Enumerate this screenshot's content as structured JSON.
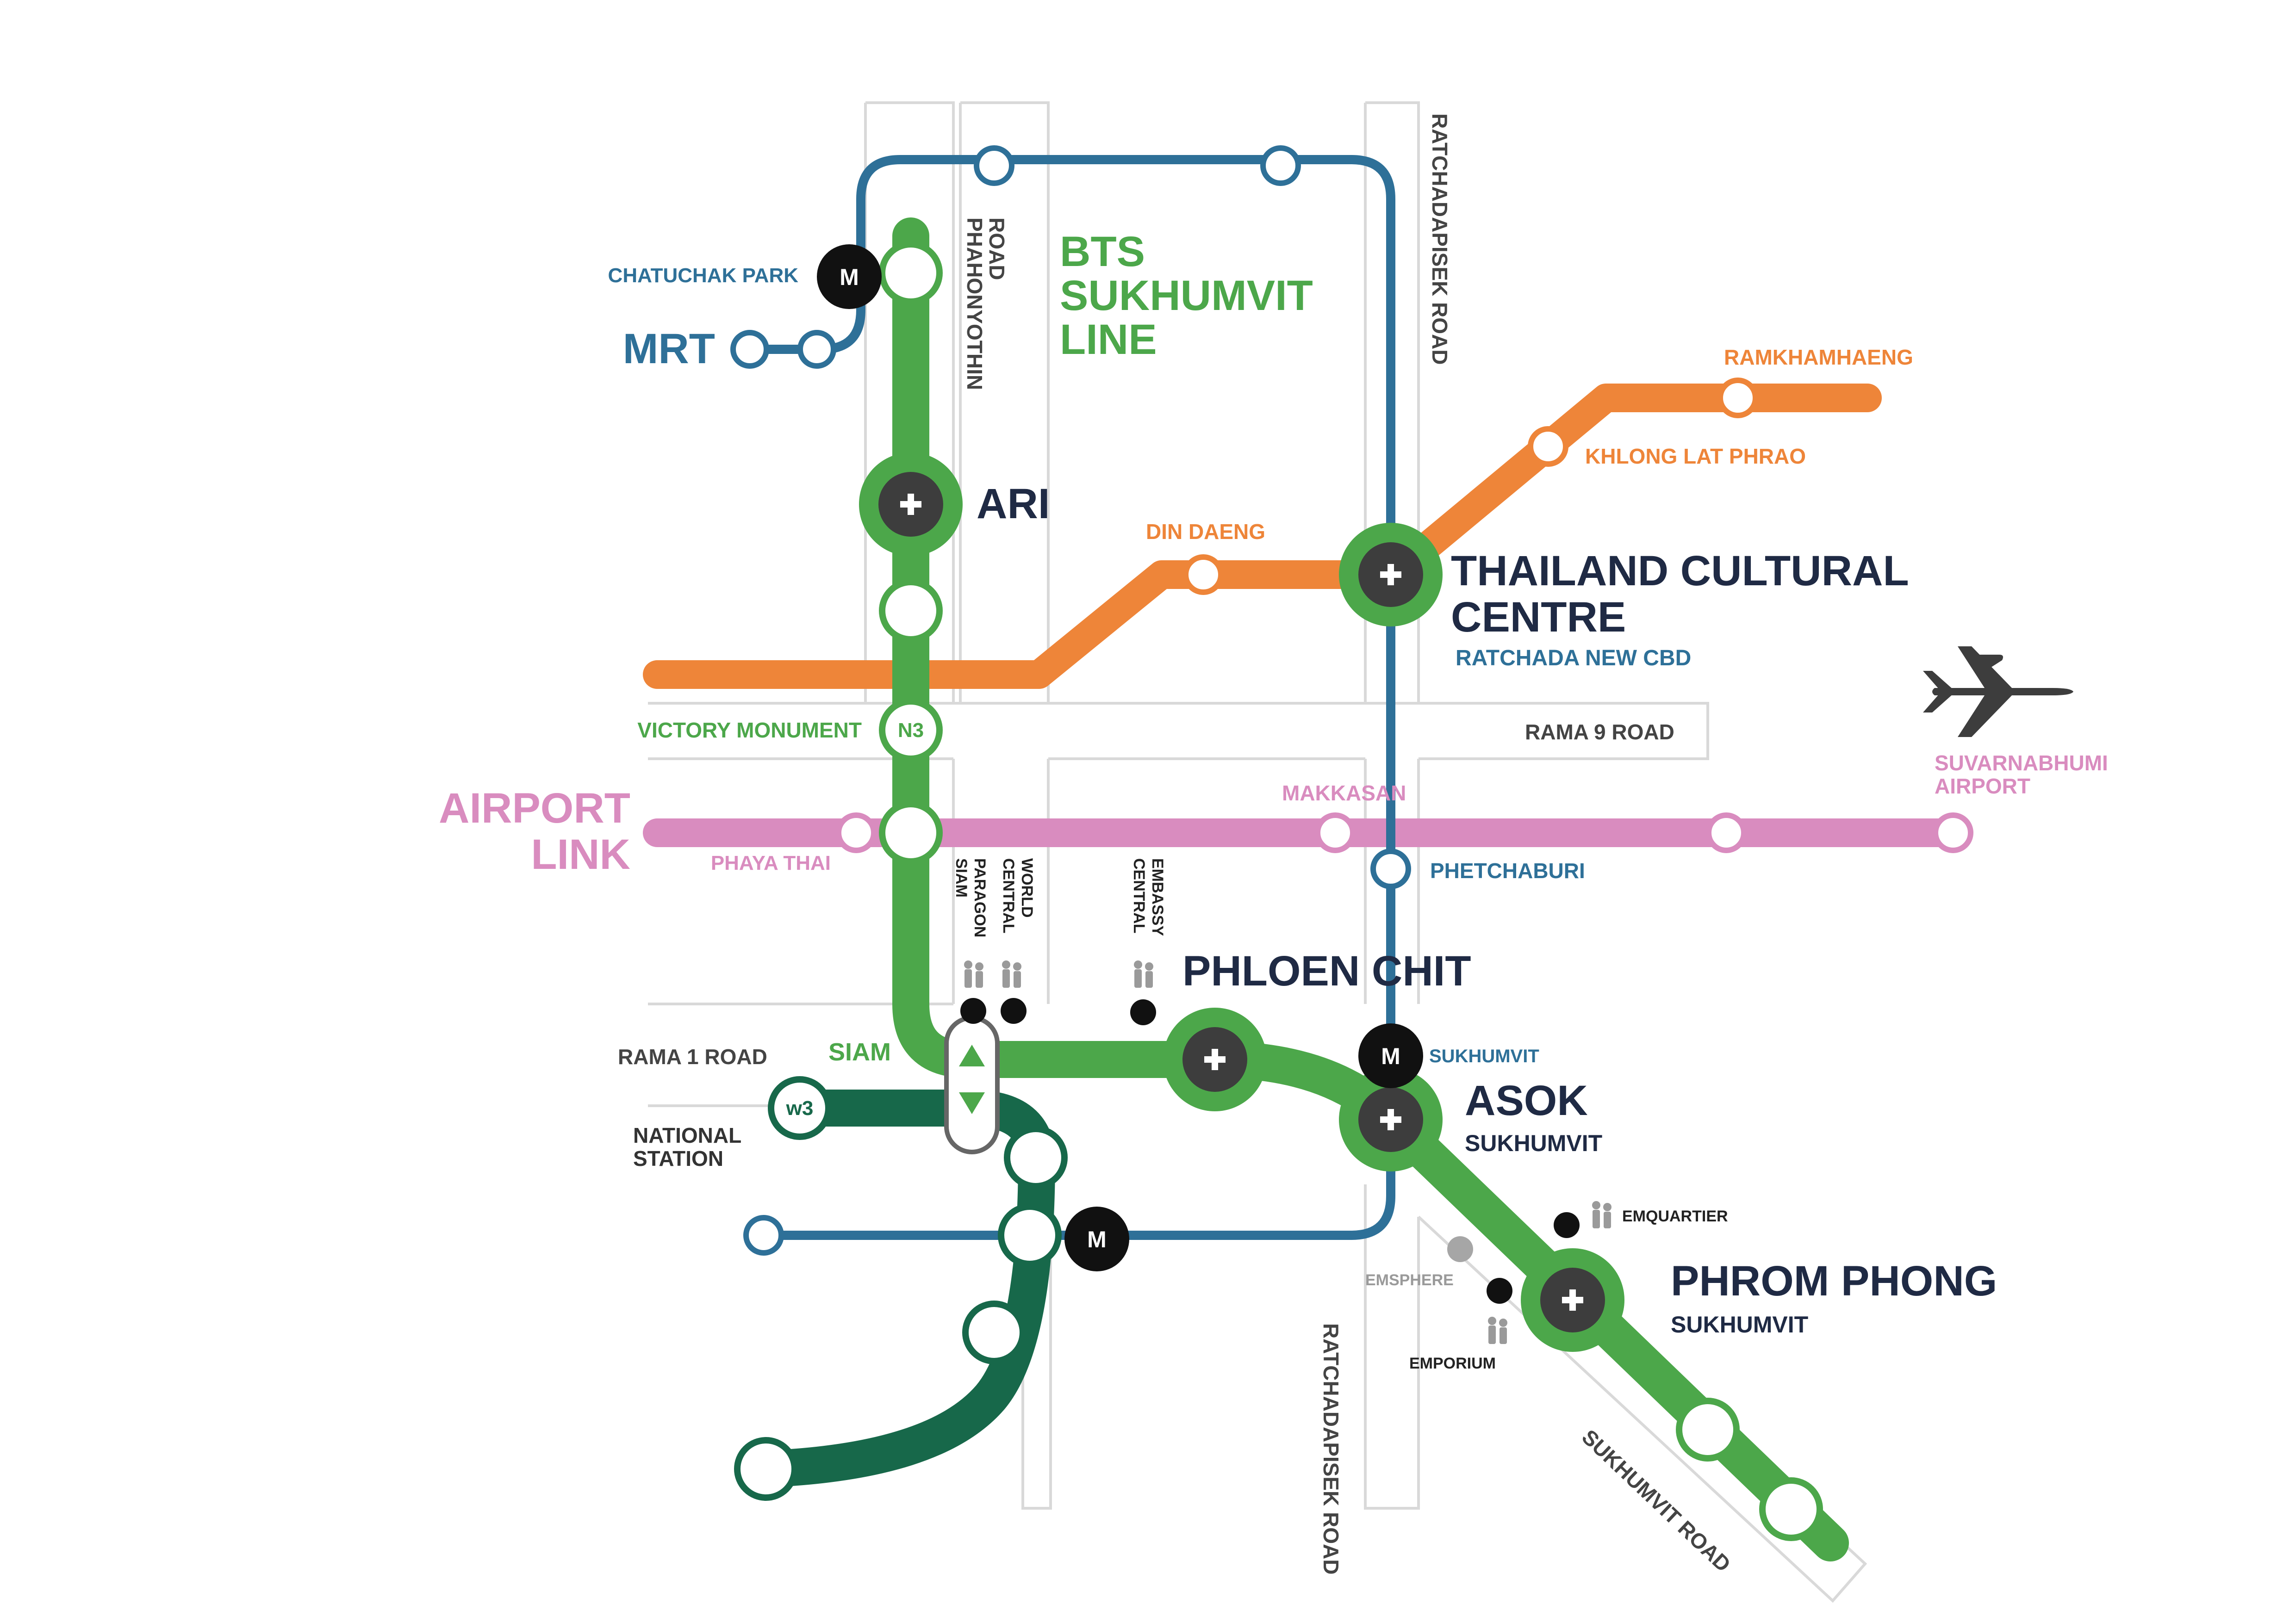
{
  "colors": {
    "bts_light": "#4ca74a",
    "bts_dark": "#17684a",
    "mrt": "#2e7098",
    "orange": "#ee8539",
    "airport": "#d98cbf",
    "station_dark": "#3d3d3d",
    "navy": "#1f2a44",
    "road": "#d9d9d9",
    "mall_icon": "#9a9a9a",
    "plane": "#3d3d3d"
  },
  "lines": {
    "bts": "BTS SUKHUMVIT LINE",
    "bts_l1": "BTS",
    "bts_l2": "SUKHUMVIT",
    "bts_l3": "LINE",
    "mrt": "MRT",
    "airport_l1": "AIRPORT",
    "airport_l2": "LINK"
  },
  "stations": {
    "chatuchak": "CHATUCHAK PARK",
    "ari": "ARI",
    "victory": "VICTORY MONUMENT",
    "n3": "N3",
    "phaya_thai": "PHAYA THAI",
    "siam": "SIAM",
    "national": "NATIONAL STATION",
    "national_l1": "NATIONAL",
    "national_l2": "STATION",
    "w3": "w3",
    "phloen_chit": "PHLOEN CHIT",
    "asok": "ASOK",
    "asok_sub": "SUKHUMVIT",
    "sukhumvit_mrt": "SUKHUMVIT",
    "phrom_phong": "PHROM PHONG",
    "phrom_phong_sub": "SUKHUMVIT",
    "tcc_l1": "THAILAND CULTURAL",
    "tcc_l2": "CENTRE",
    "ratchada": "RATCHADA NEW CBD",
    "din_daeng": "DIN DAENG",
    "khlong_lat_phrao": "KHLONG LAT PHRAO",
    "ramkhamhaeng": "RAMKHAMHAENG",
    "makkasan": "MAKKASAN",
    "phetchaburi": "PHETCHABURI",
    "suvarnabhumi_l1": "SUVARNABHUMI",
    "suvarnabhumi_l2": "AIRPORT",
    "mrt_marker": "M"
  },
  "roads": {
    "phahonyothin_l1": "PHAHONYOTHIN",
    "phahonyothin_l2": "ROAD",
    "ratchadapisek": "RATCHADAPISEK ROAD",
    "rama9": "RAMA 9 ROAD",
    "rama1": "RAMA 1 ROAD",
    "sukhumvit": "SUKHUMVIT ROAD"
  },
  "landmarks": {
    "siam_paragon_l1": "SIAM",
    "siam_paragon_l2": "PARAGON",
    "central_world_l1": "CENTRAL",
    "central_world_l2": "WORLD",
    "central_embassy_l1": "CENTRAL",
    "central_embassy_l2": "EMBASSY",
    "emquartier": "EMQUARTIER",
    "emsphere": "EMSPHERE",
    "emporium": "EMPORIUM"
  },
  "icons": {
    "plus": "interchange-plus-icon",
    "mall": "shopping-people-icon",
    "plane": "airplane-icon",
    "arrows": "up-down-arrow-icon"
  }
}
